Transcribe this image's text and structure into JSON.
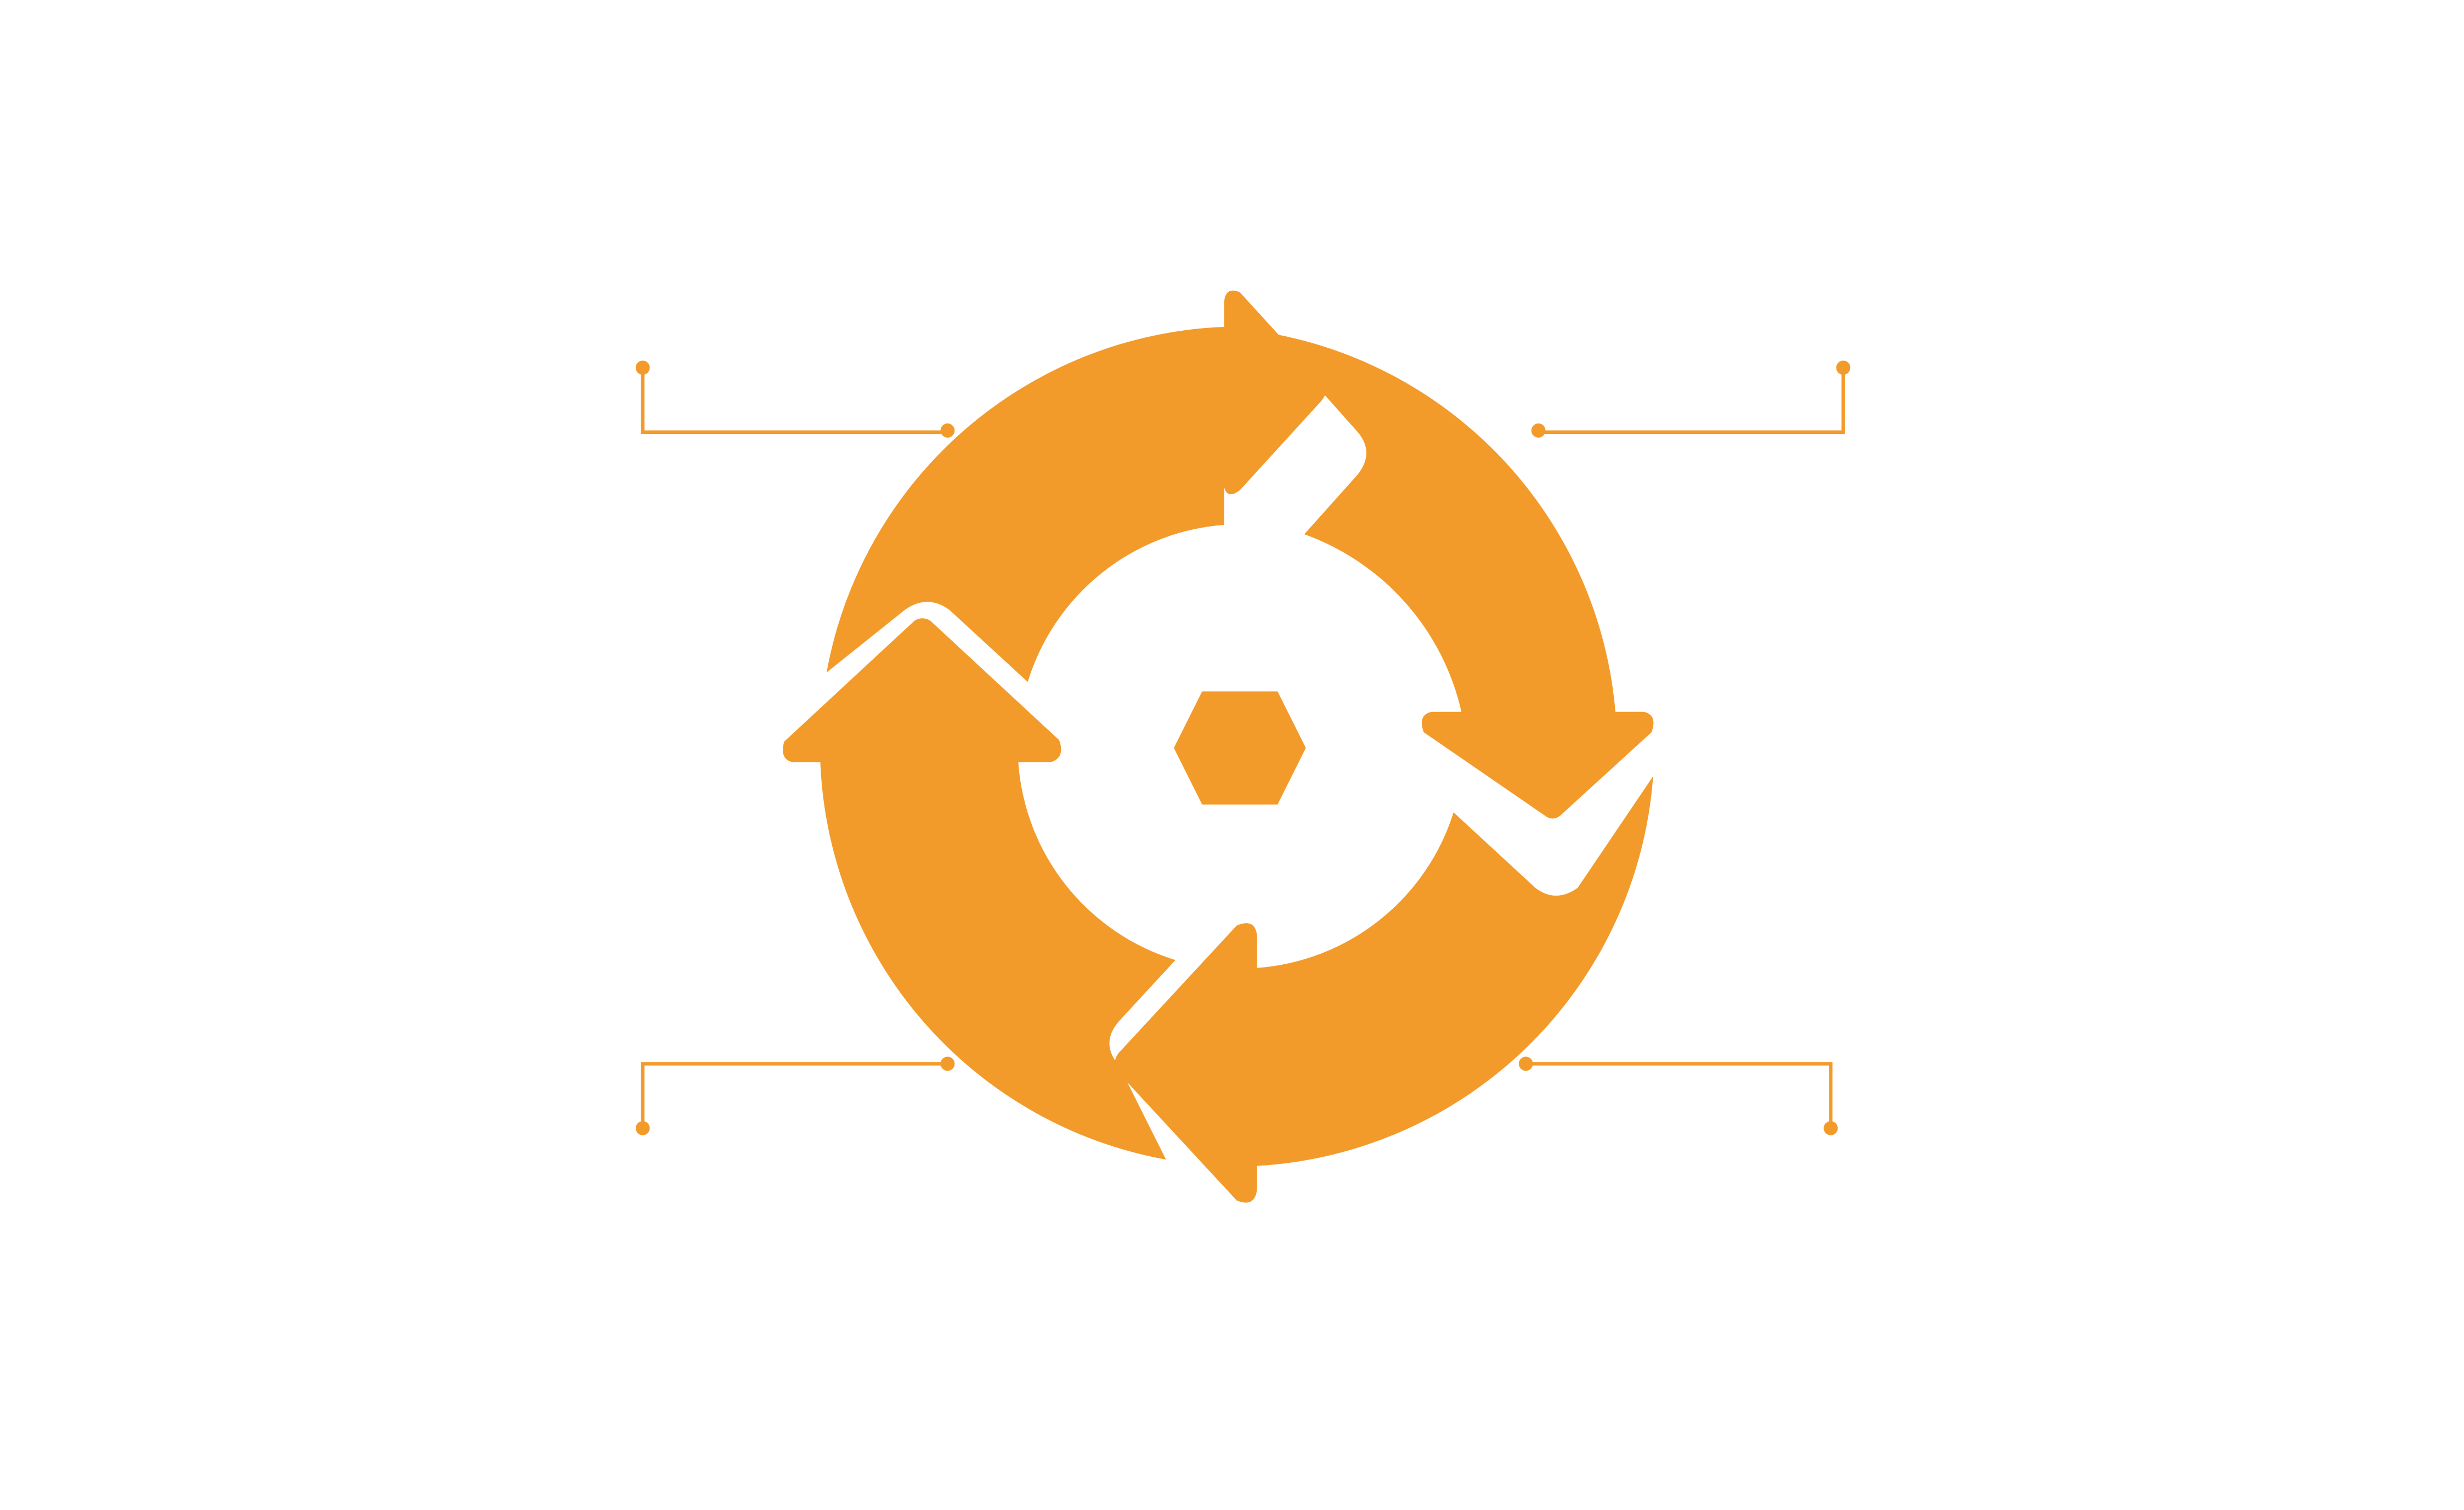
{
  "diagram": {
    "type": "cycle",
    "arrow_count": 4,
    "center_shape": "hexagon",
    "connector_count": 4
  },
  "colors": {
    "accent": "#F39B2A",
    "background": "#FFFFFF"
  }
}
